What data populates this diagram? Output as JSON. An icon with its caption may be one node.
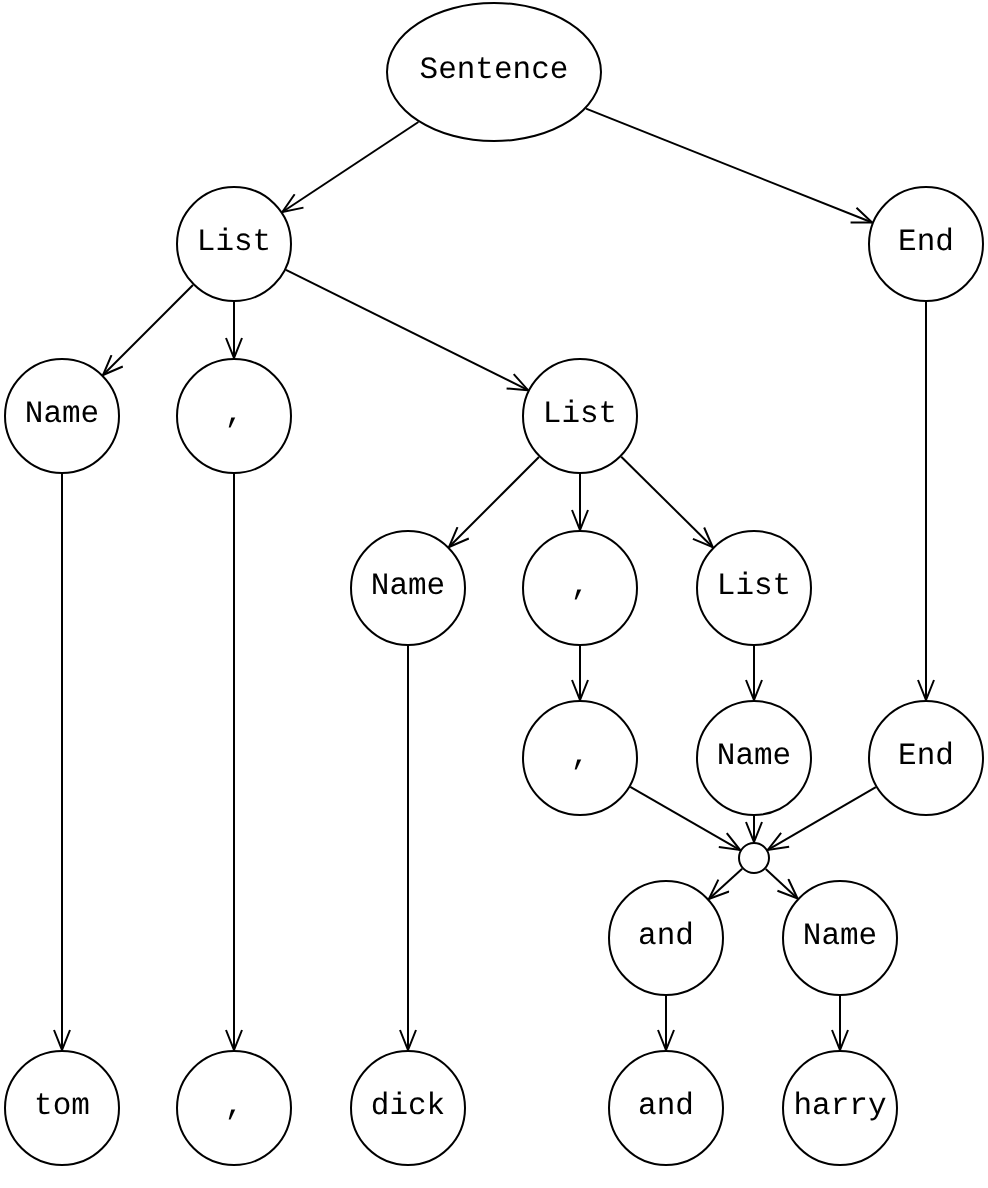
{
  "diagram": {
    "nodes": [
      {
        "text": [
          "Sentence"
        ]
      },
      {
        "text": [
          "List"
        ]
      },
      {
        "text": [
          "End"
        ]
      },
      {
        "text": [
          "Name"
        ]
      },
      {
        "text": [
          ","
        ]
      },
      {
        "text": [
          "List"
        ]
      },
      {
        "text": [
          "Name"
        ]
      },
      {
        "text": [
          ","
        ]
      },
      {
        "text": [
          "List"
        ]
      },
      {
        "text": [
          ","
        ]
      },
      {
        "text": [
          "Name"
        ]
      },
      {
        "text": [
          "End"
        ]
      },
      {
        "text": [],
        "shape": "circle"
      },
      {
        "text": [
          "and"
        ]
      },
      {
        "text": [
          "Name"
        ]
      },
      {
        "text": [
          "tom"
        ]
      },
      {
        "text": [
          ","
        ]
      },
      {
        "text": [
          "dick"
        ]
      },
      {
        "text": [
          "and"
        ]
      },
      {
        "text": [
          "harry"
        ]
      }
    ],
    "edges": [
      {
        "from": 0,
        "to": 1,
        "arrow": "to"
      },
      {
        "from": 0,
        "to": 2,
        "arrow": "to"
      },
      {
        "from": 1,
        "to": 3,
        "arrow": "to"
      },
      {
        "from": 1,
        "to": 4,
        "arrow": "to"
      },
      {
        "from": 1,
        "to": 5,
        "arrow": "to"
      },
      {
        "from": 5,
        "to": 6,
        "arrow": "to"
      },
      {
        "from": 5,
        "to": 7,
        "arrow": "to"
      },
      {
        "from": 5,
        "to": 8,
        "arrow": "to"
      },
      {
        "from": 2,
        "to": 11,
        "arrow": "to"
      },
      {
        "from": 3,
        "to": 15,
        "arrow": "to"
      },
      {
        "from": 4,
        "to": 16,
        "arrow": "to"
      },
      {
        "from": 6,
        "to": 17,
        "arrow": "to"
      },
      {
        "from": 7,
        "to": 9,
        "arrow": "to"
      },
      {
        "from": 8,
        "to": 10,
        "arrow": "to"
      },
      {
        "from": 9,
        "to": 12,
        "arrow": "to"
      },
      {
        "from": 10,
        "to": 12,
        "arrow": "to"
      },
      {
        "from": 11,
        "to": 12,
        "arrow": "to"
      },
      {
        "from": 12,
        "to": 13,
        "arrow": "to"
      },
      {
        "from": 12,
        "to": 14,
        "arrow": "to"
      },
      {
        "from": 13,
        "to": 18,
        "arrow": "to"
      },
      {
        "from": 14,
        "to": 19,
        "arrow": "to"
      }
    ]
  }
}
